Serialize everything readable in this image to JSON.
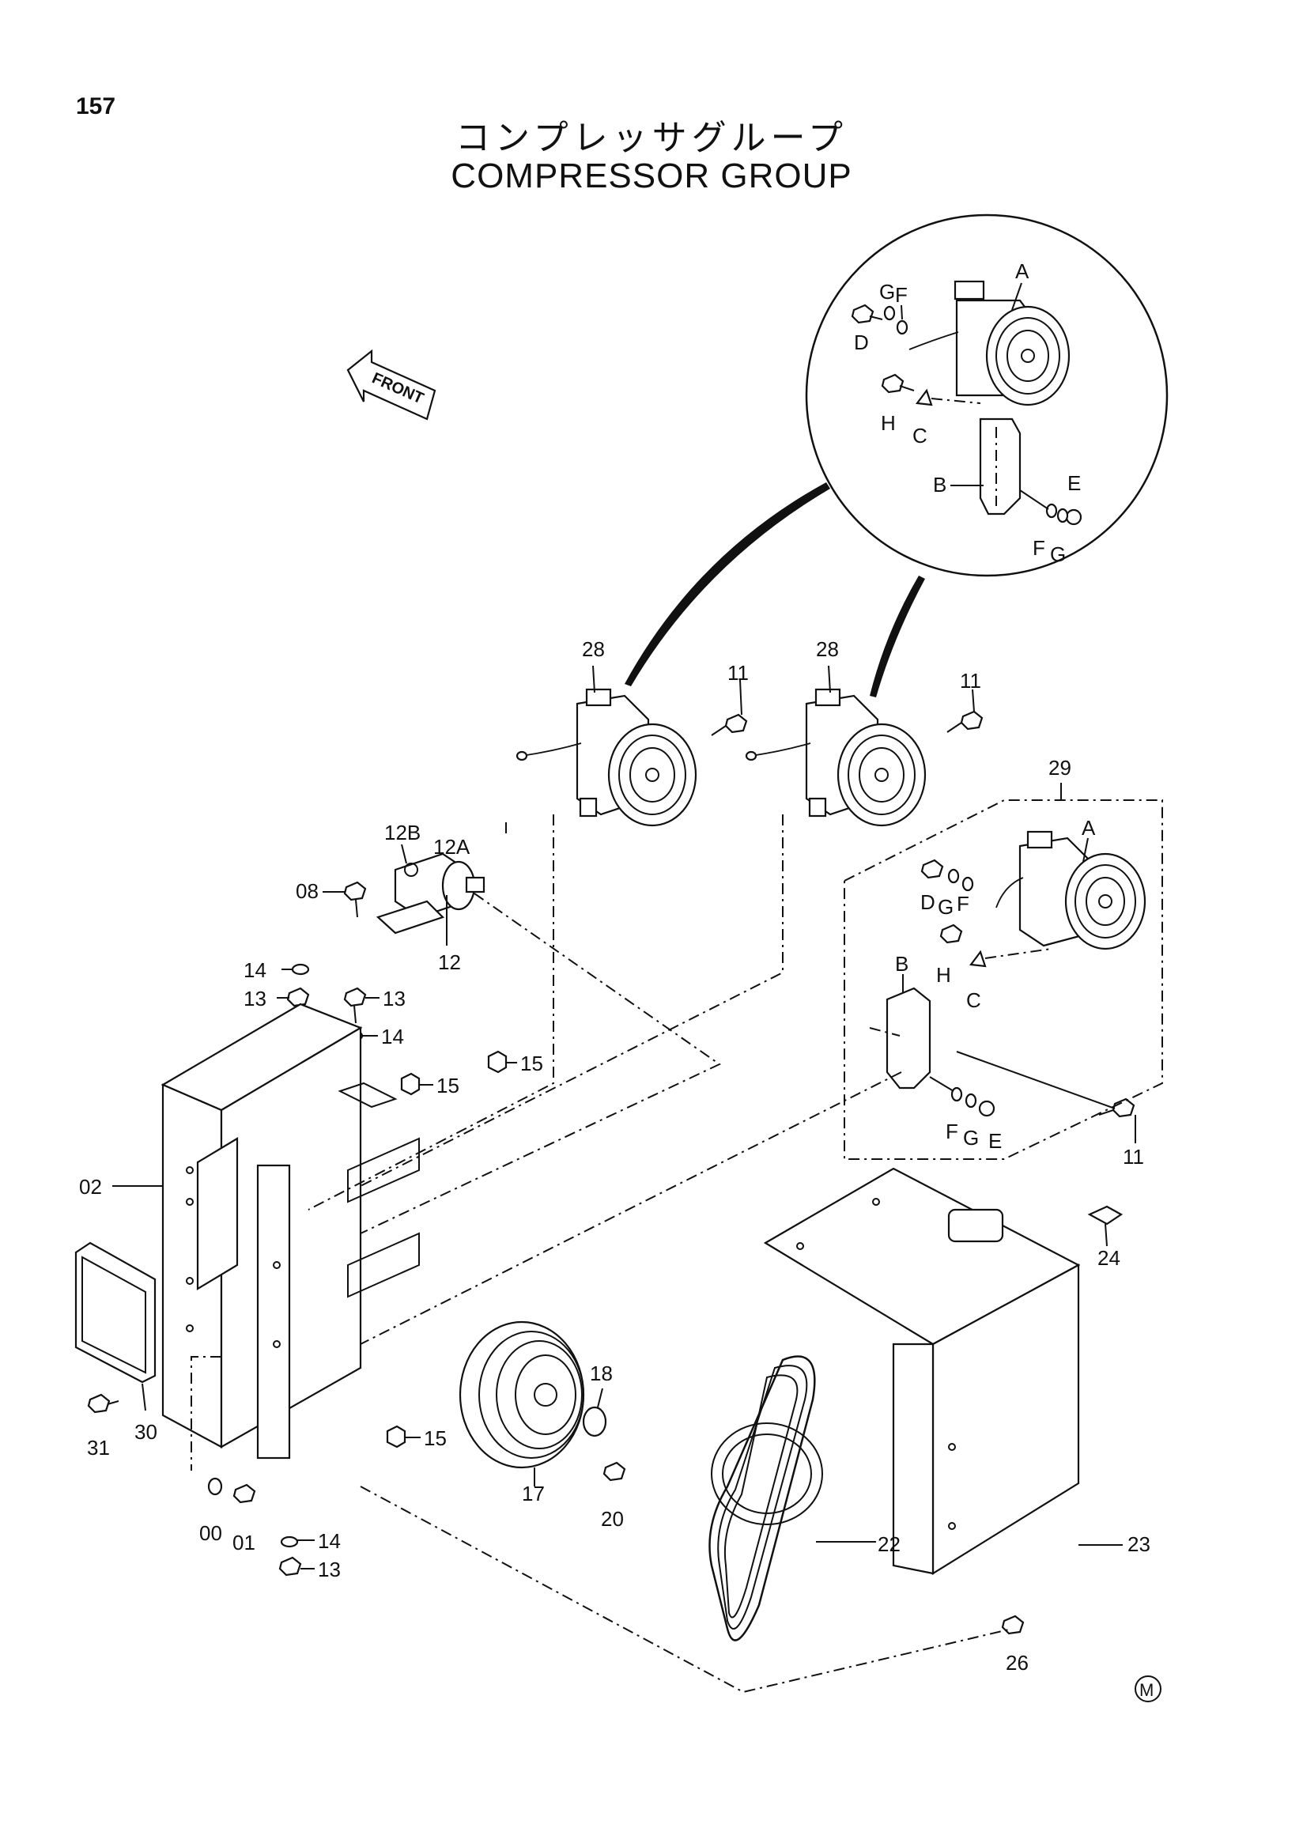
{
  "page_number": "157",
  "title_jp": "コンプレッサグループ",
  "title_en": "COMPRESSOR GROUP",
  "front_label": "FRONT",
  "mark": "M",
  "callouts": {
    "c28a": "28",
    "c28b": "28",
    "c29": "29",
    "c11a": "11",
    "c11b": "11",
    "c11c": "11",
    "c12": "12",
    "c12A": "12A",
    "c12B": "12B",
    "c08": "08",
    "c13a": "13",
    "c13b": "13",
    "c13c": "13",
    "c14a": "14",
    "c14b": "14",
    "c14c": "14",
    "c15a": "15",
    "c15b": "15",
    "c15c": "15",
    "c02": "02",
    "c30": "30",
    "c31": "31",
    "c00": "00",
    "c01": "01",
    "c17": "17",
    "c18": "18",
    "c20": "20",
    "c22": "22",
    "c23": "23",
    "c24": "24",
    "c26": "26"
  },
  "detail_letters": {
    "top": {
      "A": "A",
      "G1": "G",
      "F1": "F",
      "D": "D",
      "H": "H",
      "C": "C",
      "B": "B",
      "E": "E",
      "F2": "F",
      "G2": "G"
    },
    "box": {
      "A": "A",
      "D": "D",
      "G1": "G",
      "F1": "F",
      "H": "H",
      "C": "C",
      "B": "B",
      "F2": "F",
      "G2": "G",
      "E": "E"
    }
  }
}
